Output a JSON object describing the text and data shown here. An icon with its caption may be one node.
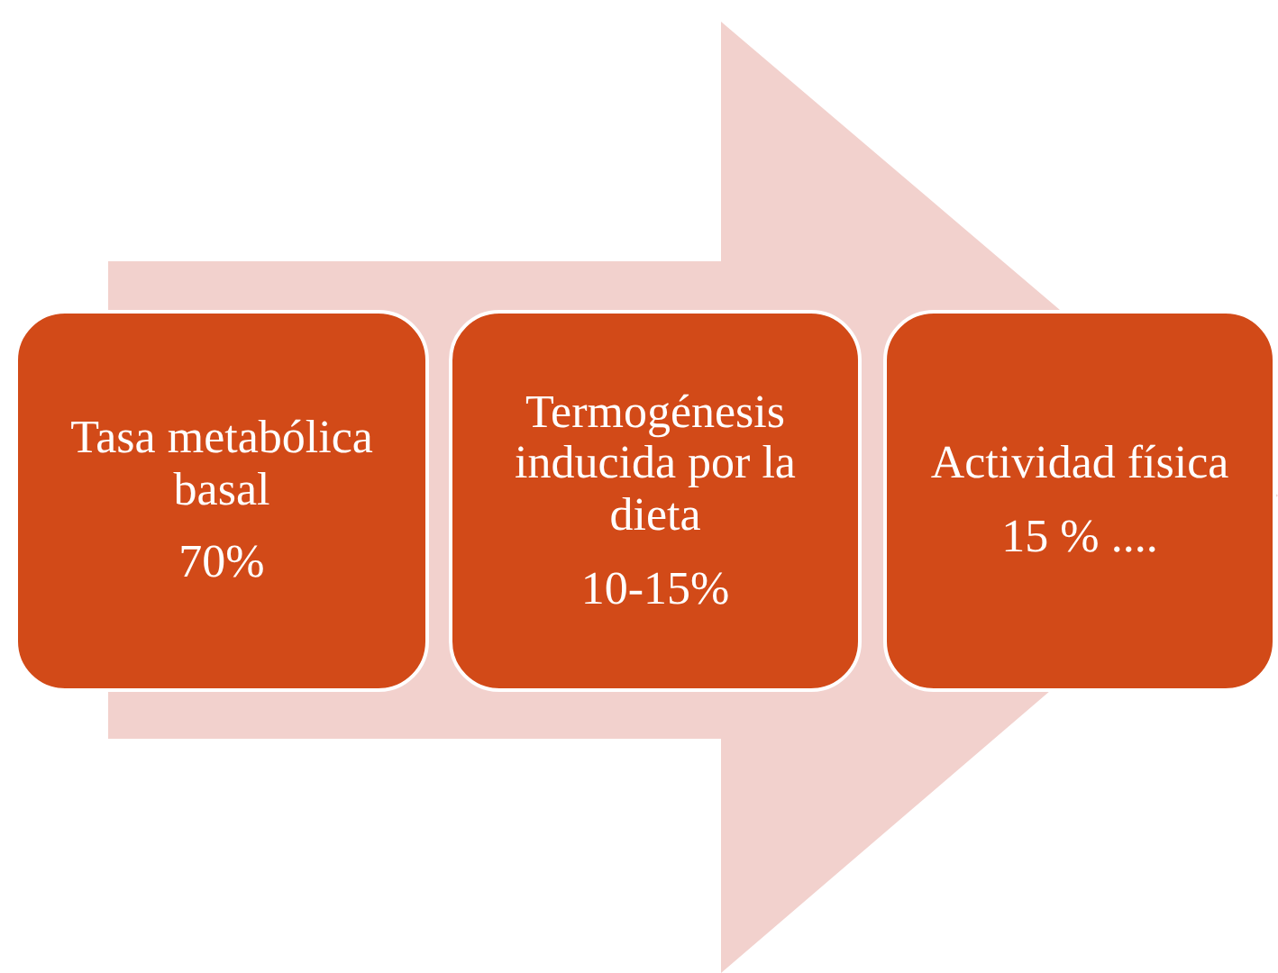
{
  "diagram": {
    "nodes": [
      {
        "text": [
          "Tasa metabólica basal",
          "70%"
        ]
      },
      {
        "text": [
          "Termogénesis inducida por la dieta",
          "10-15%"
        ]
      },
      {
        "text": [
          "Actividad física",
          "15 % ...."
        ]
      }
    ],
    "edges": [
      {
        "from": 0,
        "to": 2,
        "arrow": "to"
      }
    ]
  }
}
